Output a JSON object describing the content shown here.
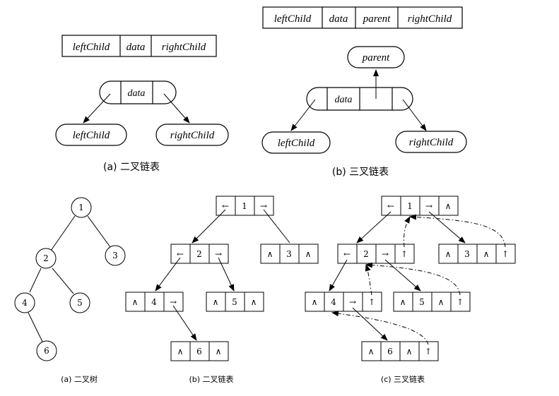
{
  "top": {
    "binary_fields": [
      "leftChild",
      "data",
      "rightChild"
    ],
    "ternary_fields": [
      "leftChild",
      "data",
      "parent",
      "rightChild"
    ],
    "node_a": {
      "data": "data",
      "left": "leftChild",
      "right": "rightChild"
    },
    "node_b": {
      "data": "data",
      "parent": "parent",
      "left": "leftChild",
      "right": "rightChild"
    },
    "caption_a": "(a) 二叉链表",
    "caption_b": "(b) 三叉链表"
  },
  "bottom": {
    "tree": {
      "nodes": [
        "1",
        "2",
        "3",
        "4",
        "5",
        "6"
      ]
    },
    "cells": {
      "left_arrow": "←",
      "right_arrow": "→",
      "null": "∧",
      "parent_arrow": "↑"
    },
    "caption_a": "(a) 二叉树",
    "caption_b": "(b) 二叉链表",
    "caption_c": "(c) 三叉链表"
  }
}
